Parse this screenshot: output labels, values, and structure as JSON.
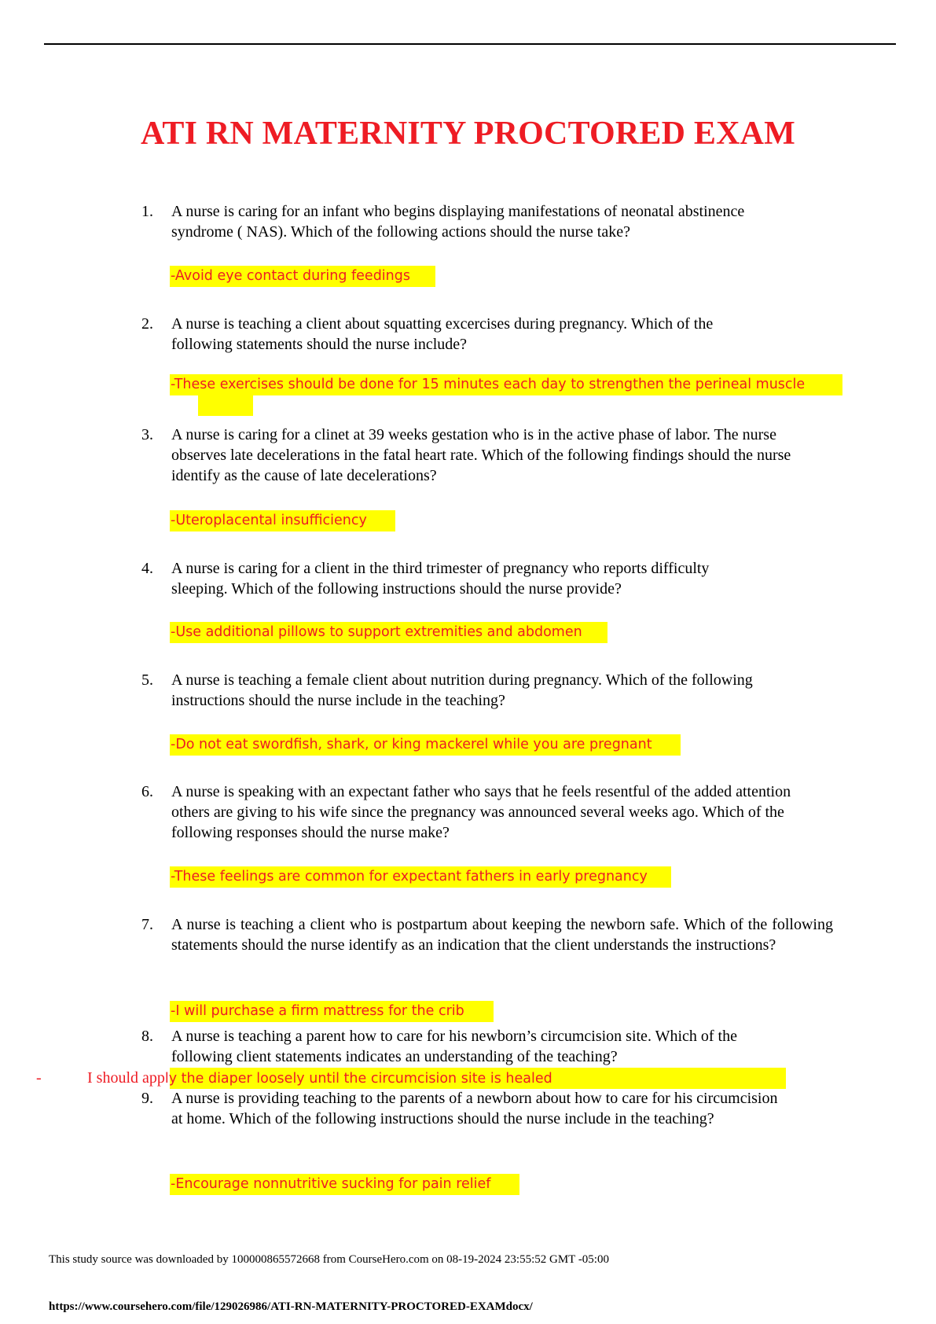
{
  "title": "ATI RN MATERNITY PROCTORED EXAM",
  "questions": [
    {
      "num": "1.",
      "text": "A nurse is caring for an infant who begins displaying manifestations of neonatal abstinence syndrome ( NAS). Which of the following actions should the nurse take?",
      "answer": "-Avoid eye contact during feedings"
    },
    {
      "num": "2.",
      "text": "A nurse is teaching a client about squatting excercises during pregnancy. Which of the following statements should the nurse include?",
      "answer": "-These exercises should be done for 15 minutes each day to strengthen the perineal muscle"
    },
    {
      "num": "3.",
      "text": "A nurse is caring for a clinet at 39 weeks gestation who is in the active phase of labor. The nurse observes late decelerations in the fatal heart rate. Which of the following findings should the nurse identify as the cause of late decelerations?",
      "answer": "-Uteroplacental insufficiency"
    },
    {
      "num": "4.",
      "text": "A nurse is caring for a client in the third trimester of pregnancy who reports difficulty sleeping. Which of the following instructions should the nurse provide?",
      "answer": "-Use additional pillows to support extremities and abdomen"
    },
    {
      "num": "5.",
      "text": "A nurse is teaching a female client about nutrition during pregnancy. Which of the following instructions should the nurse include in the teaching?",
      "answer": "-Do not eat swordfish, shark, or king mackerel while you are pregnant"
    },
    {
      "num": "6.",
      "text": "A nurse is speaking with an expectant father who says that he feels resentful of the added attention others are giving to his wife since the pregnancy was announced several weeks ago. Which of the following responses should the nurse make?",
      "answer": "-These feelings are common for expectant fathers in early pregnancy"
    },
    {
      "num": "7.",
      "text": "A nurse is teaching a client who is postpartum about keeping the newborn safe. Which of the following statements should the nurse identify as an indication that the client understands the instructions?",
      "answer": "-I will purchase a firm mattress for the crib"
    },
    {
      "num": "8.",
      "text": "A nurse is teaching a parent how to care for his newborn’s circumcision site. Which of the following client statements indicates an understanding of the teaching?",
      "answer_dash": "-",
      "answer_part1": "I should app",
      "answer_part2": "ly the diaper loosely until the circumcision site is healed"
    },
    {
      "num": "9.",
      "text": "A nurse is providing teaching to the parents of a newborn about how to care for his circumcision at home. Which of the following instructions should the nurse include in the teaching?",
      "answer": "-Encourage nonnutritive sucking for pain relief"
    }
  ],
  "footer": {
    "source": "This study source was downloaded by 100000865572668 from CourseHero.com on 08-19-2024 23:55:52 GMT -05:00",
    "url": "https://www.coursehero.com/file/129026986/ATI-RN-MATERNITY-PROCTORED-EXAMdocx/"
  },
  "colors": {
    "accent_red": "#ee1c24",
    "highlight": "#ffff00"
  }
}
